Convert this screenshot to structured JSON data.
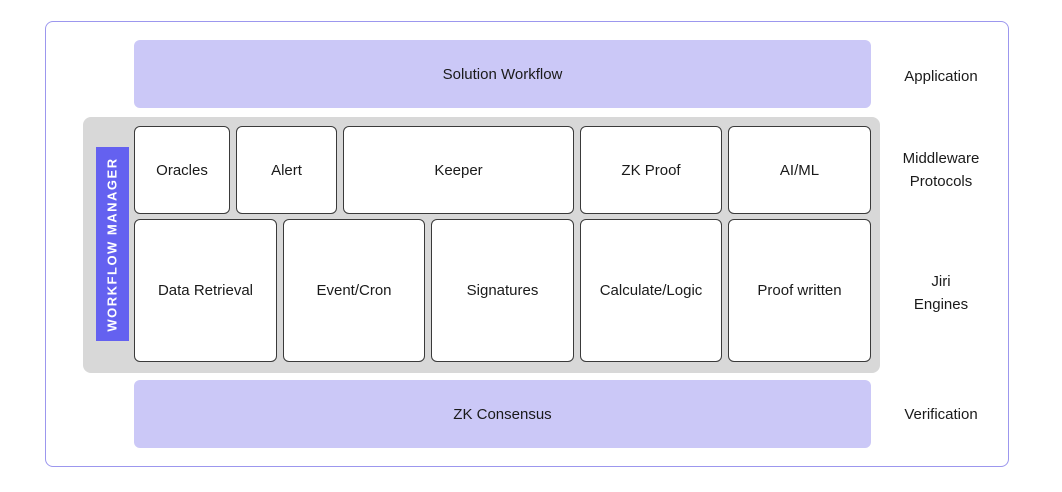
{
  "layers": {
    "application": {
      "band_label": "Solution Workflow",
      "side_label": "Application"
    },
    "middleware": {
      "side_label_line1": "Middleware",
      "side_label_line2": "Protocols"
    },
    "engines": {
      "side_label_line1": "Jiri",
      "side_label_line2": "Engines"
    },
    "verification": {
      "band_label": "ZK Consensus",
      "side_label": "Verification"
    }
  },
  "workflow_manager": {
    "label": "WORKFLOW MANAGER"
  },
  "middleware_items": [
    "Oracles",
    "Alert",
    "Keeper",
    "ZK Proof",
    "AI/ML"
  ],
  "engine_items": [
    "Data Retrieval",
    "Event/Cron",
    "Signatures",
    "Calculate/Logic",
    "Proof written"
  ],
  "colors": {
    "band_fill": "#cbc8f7",
    "frame_border": "#9c97ee",
    "workflow_manager_fill": "#6461f0",
    "panel_gray": "#d8d8d8"
  }
}
